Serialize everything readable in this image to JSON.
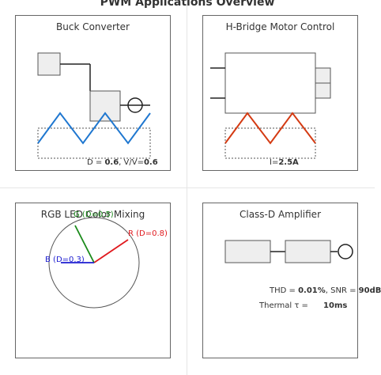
{
  "page": {
    "title": "PWM Applications Overview"
  },
  "panels": {
    "buck": {
      "title": "Buck Converter",
      "caption": {
        "prefix": "D = ",
        "d_value": "0.6",
        "middle": ", V/V=",
        "ratio_value": "0.6"
      },
      "wave_color": "#1f77d0"
    },
    "hbridge": {
      "title": "H-Bridge Motor Control",
      "caption": {
        "prefix": "I=",
        "value": "2.5A"
      },
      "wave_color": "#d43a12"
    },
    "rgb": {
      "title": "RGB LED Color Mixing",
      "labels": {
        "red": "R (D=0.8)",
        "green": "G (D=0.5)",
        "blue": "B (D=0.3)"
      },
      "colors": {
        "red": "#e0191e",
        "green": "#1a8a1a",
        "blue": "#1c1cd0"
      }
    },
    "classd": {
      "title": "Class-D Amplifier",
      "thd": {
        "prefix": "THD = ",
        "value": "0.01%",
        "snr_prefix": ", SNR = ",
        "snr_value": "90dB"
      },
      "thermal": {
        "prefix": "Thermal τ = ",
        "value": "10ms"
      }
    }
  }
}
